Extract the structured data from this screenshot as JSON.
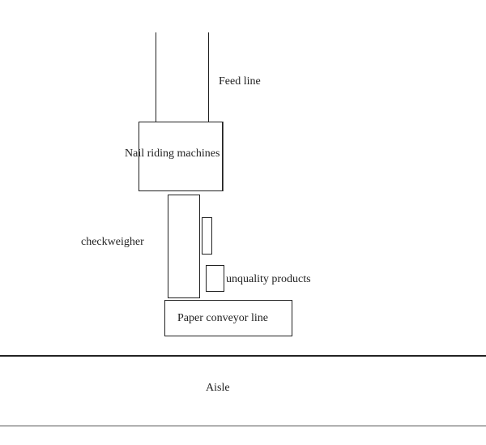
{
  "labels": {
    "feed_line": "Feed line",
    "nail_riding_machines": "Nail riding machines",
    "checkweigher": "checkweigher",
    "unquality_products": "unquality products",
    "paper_conveyor_line": "Paper conveyor line",
    "aisle": "Aisle"
  },
  "colors": {
    "stroke": "#222222",
    "background": "#ffffff"
  }
}
